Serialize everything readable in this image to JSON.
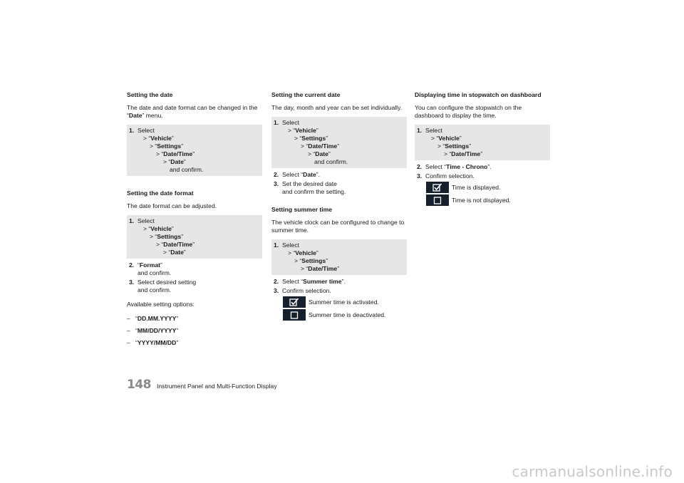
{
  "col1": {
    "h1": "Setting the date",
    "p1_a": "The date and date format can be changed in the “",
    "p1_b": "Date",
    "p1_c": "” menu.",
    "box1": {
      "num": "1.",
      "select": "Select",
      "l_vehicle": "Vehicle",
      "l_settings": "Settings",
      "l_datetime": "Date/Time",
      "l_date": "Date",
      "confirm": "and confirm."
    },
    "h2": "Setting the date format",
    "p2": "The date format can be adjusted.",
    "box2": {
      "num": "1.",
      "select": "Select",
      "l_vehicle": "Vehicle",
      "l_settings": "Settings",
      "l_datetime": "Date/Time",
      "l_date": "Date"
    },
    "step2_num": "2.",
    "step2_label": "Format",
    "step2_confirm": "and confirm.",
    "step3_num": "3.",
    "step3_a": "Select desired setting",
    "step3_b": "and confirm.",
    "avail": "Available setting options:",
    "options": [
      "DD.MM.YYYY",
      "MM/DD/YYYY",
      "YYYY/MM/DD"
    ],
    "dash": "–"
  },
  "col2": {
    "h1": "Setting the current date",
    "p1": "The day, month and year can be set individually.",
    "box1": {
      "num": "1.",
      "select": "Select",
      "l_vehicle": "Vehicle",
      "l_settings": "Settings",
      "l_datetime": "Date/Time",
      "l_date": "Date",
      "confirm": "and confirm."
    },
    "step2_num": "2.",
    "step2_pre": "Select “",
    "step2_label": "Date",
    "step2_post": "”.",
    "step3_num": "3.",
    "step3_a": "Set the desired date",
    "step3_b": "and confirm the setting.",
    "h2": "Setting summer time",
    "p2": "The vehicle clock can be configured to change to summer time.",
    "box2": {
      "num": "1.",
      "select": "Select",
      "l_vehicle": "Vehicle",
      "l_settings": "Settings",
      "l_datetime": "Date/Time"
    },
    "s2_num": "2.",
    "s2_pre": "Select “",
    "s2_label": "Summer time",
    "s2_post": "”.",
    "s3_num": "3.",
    "s3_text": "Confirm selection.",
    "on_text": "Summer time is activated.",
    "off_text": "Summer time is deactivated."
  },
  "col3": {
    "h1": "Displaying time in stopwatch on dashboard",
    "p1": "You can configure the stopwatch on the dashboard to display the time.",
    "box1": {
      "num": "1.",
      "select": "Select",
      "l_vehicle": "Vehicle",
      "l_settings": "Settings",
      "l_datetime": "Date/Time"
    },
    "s2_num": "2.",
    "s2_pre": "Select “",
    "s2_label": "Time - Chrono",
    "s2_post": "”.",
    "s3_num": "3.",
    "s3_text": "Confirm selection.",
    "on_text": "Time is displayed.",
    "off_text": "Time is not displayed."
  },
  "footer": {
    "page_number": "148",
    "section_title": "Instrument Panel and Multi-Function Display"
  },
  "watermark": "carmanualsonline.info",
  "icons": {
    "checked": "checkbox-checked-icon",
    "unchecked": "checkbox-unchecked-icon"
  },
  "colors": {
    "box_bg": "#e6e6e6",
    "icon_bg": "#16202c",
    "page_num": "#8a8a8a"
  }
}
